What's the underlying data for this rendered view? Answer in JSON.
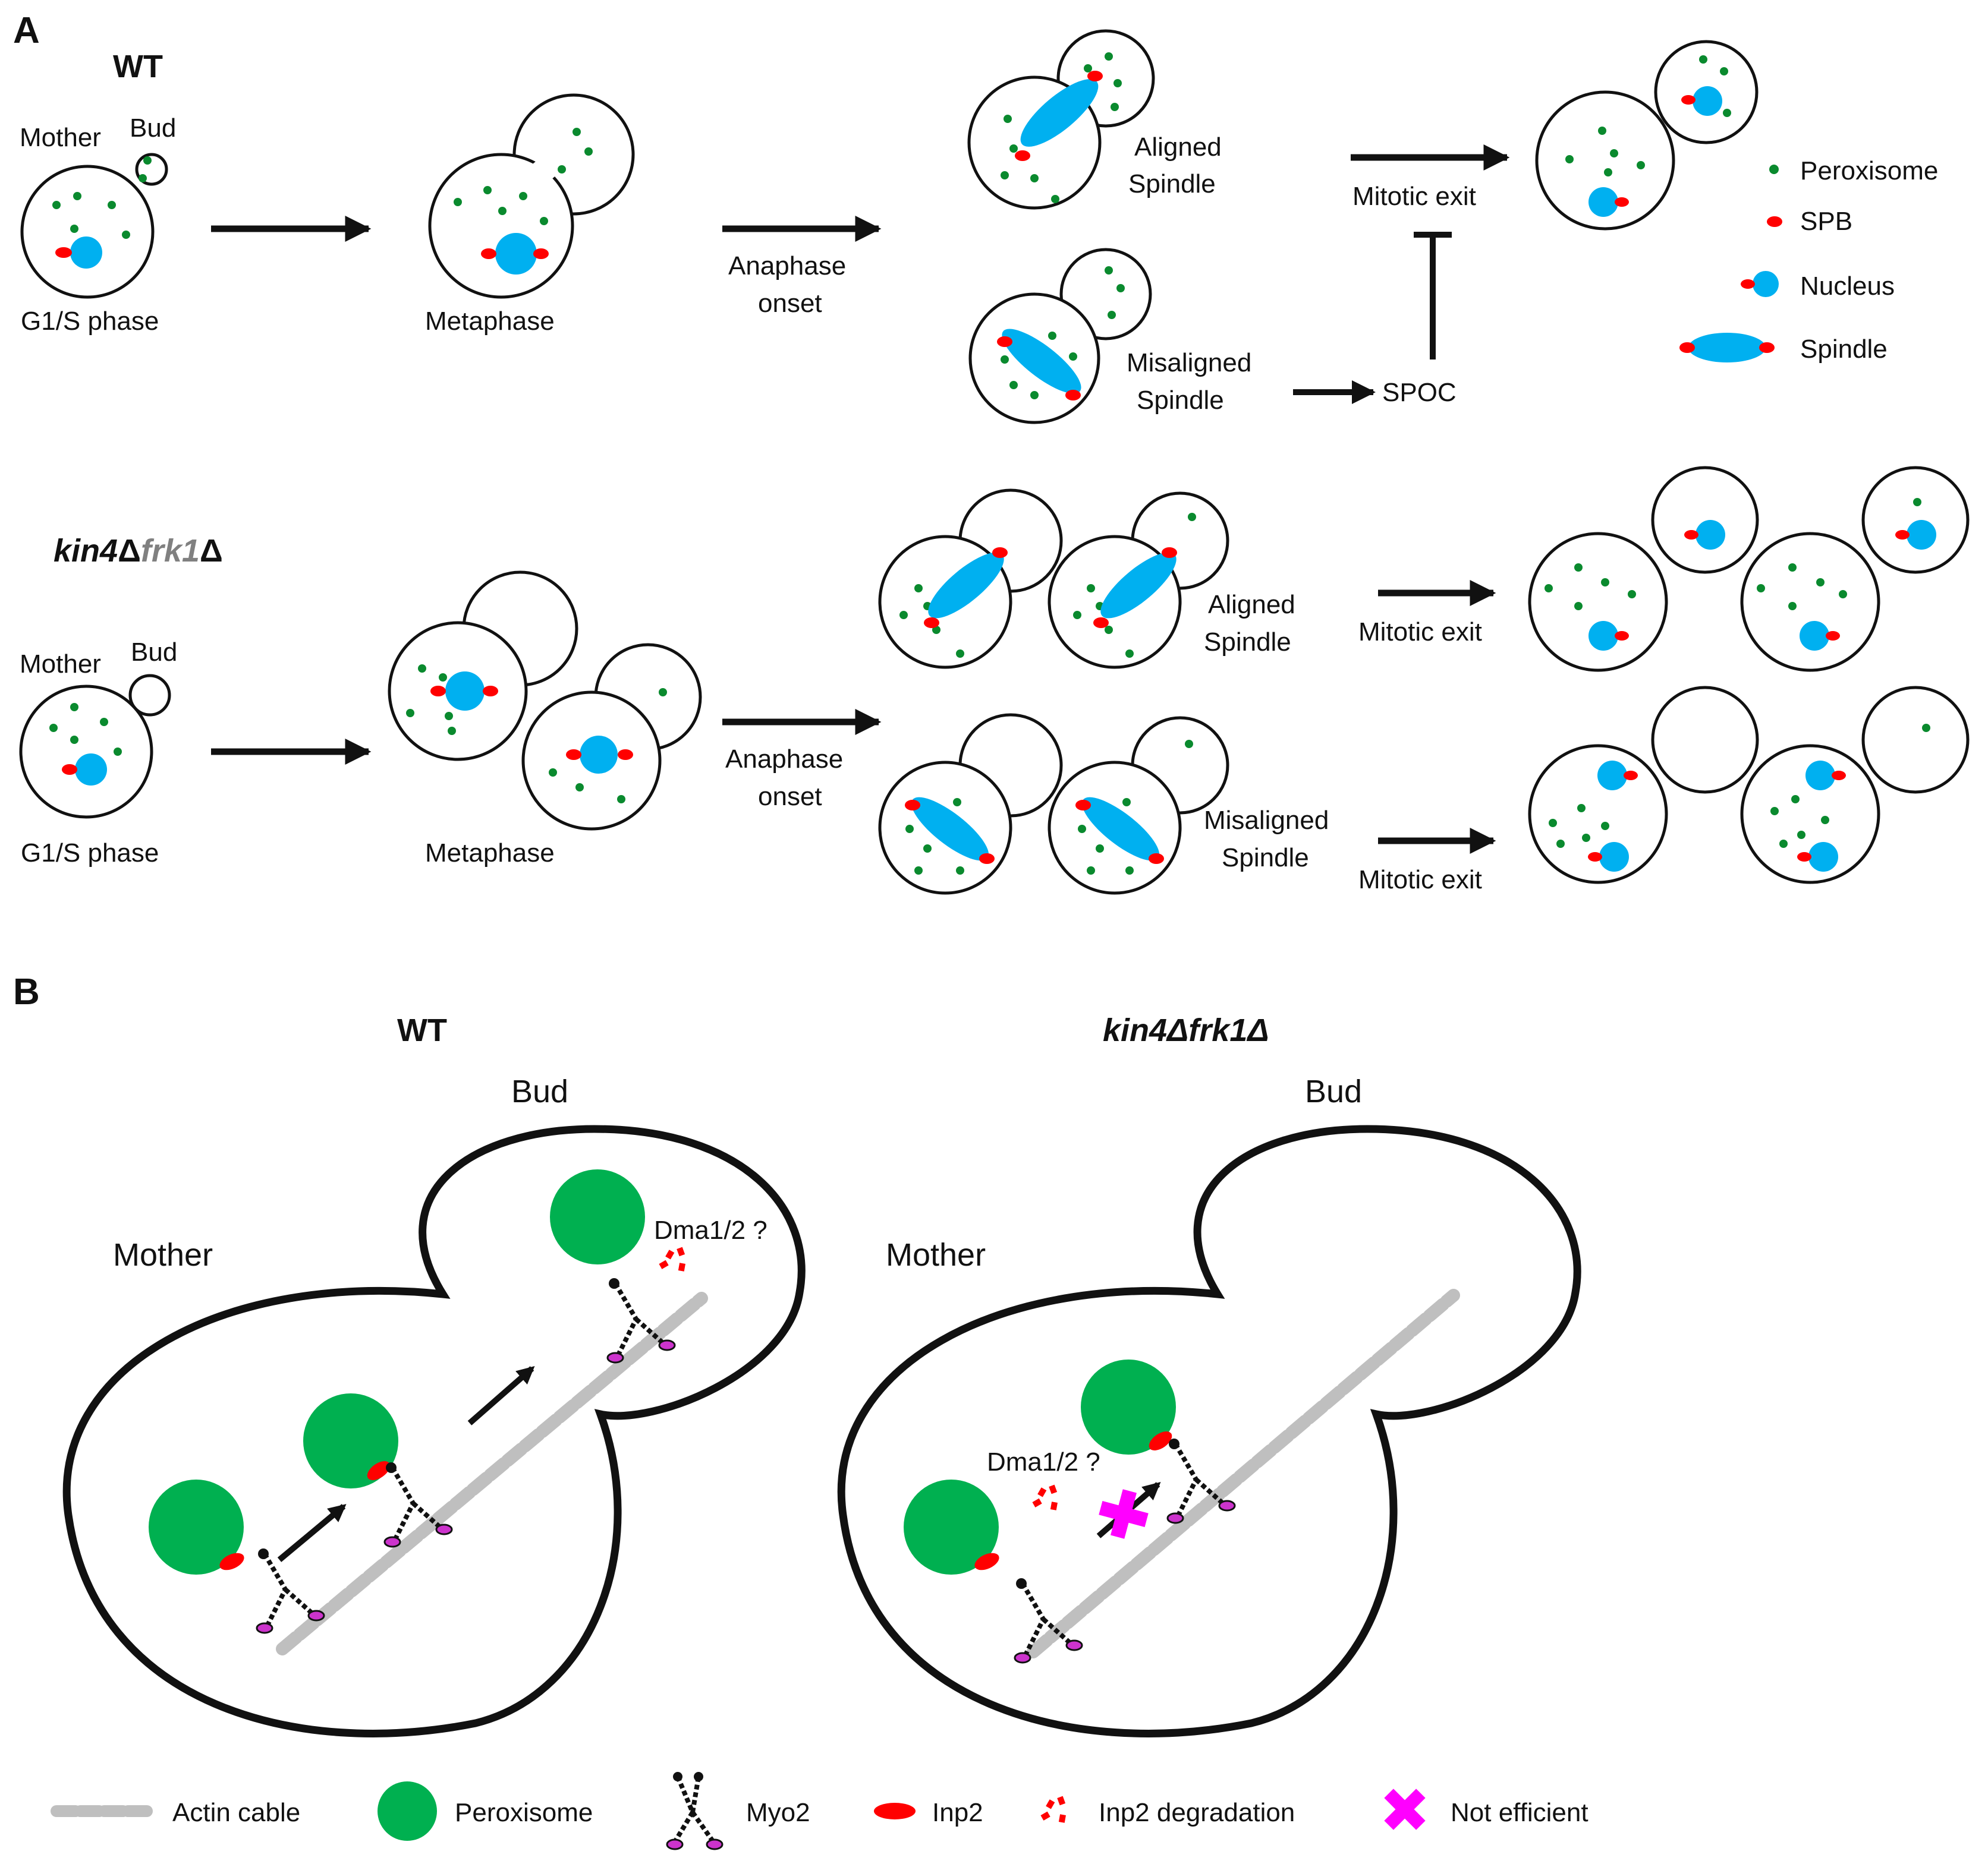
{
  "panel_a": {
    "label": "A",
    "wt": {
      "title": "WT",
      "mother": "Mother",
      "bud": "Bud",
      "g1s": "G1/S phase",
      "metaphase": "Metaphase",
      "anaphase": [
        "Anaphase",
        "onset"
      ],
      "aligned": [
        "Aligned",
        "Spindle"
      ],
      "misaligned": [
        "Misaligned",
        "Spindle"
      ],
      "mitotic_exit": "Mitotic exit",
      "spoc": "SPOC"
    },
    "mutant": {
      "title_a": "kin4",
      "title_b": "Δ",
      "title_c": "frk1",
      "title_d": "Δ",
      "mother": "Mother",
      "bud": "Bud",
      "g1s": "G1/S phase",
      "metaphase": "Metaphase",
      "anaphase": [
        "Anaphase",
        "onset"
      ],
      "aligned": [
        "Aligned",
        "Spindle"
      ],
      "misaligned": [
        "Misaligned",
        "Spindle"
      ],
      "mitotic_exit_top": "Mitotic exit",
      "mitotic_exit_bottom": "Mitotic exit"
    },
    "legend": {
      "peroxisome": "Peroxisome",
      "spb": "SPB",
      "nucleus": "Nucleus",
      "spindle": "Spindle"
    }
  },
  "panel_b": {
    "label": "B",
    "wt": {
      "title": "WT",
      "bud": "Bud",
      "mother": "Mother",
      "dma": "Dma1/2 ?"
    },
    "mutant": {
      "title": "kin4Δfrk1Δ",
      "bud": "Bud",
      "mother": "Mother",
      "dma": "Dma1/2 ?"
    },
    "legend": {
      "actin": "Actin cable",
      "peroxisome": "Peroxisome",
      "myo2": "Myo2",
      "inp2": "Inp2",
      "degradation": "Inp2 degradation",
      "not_efficient": "Not efficient"
    }
  },
  "colors": {
    "peroxisome": "#0a8a2e",
    "peroxisome_large": "#00b050",
    "spb": "#ff0000",
    "nucleus": "#00b0f0",
    "actin": "#bfbfbf",
    "myo2_feet": "#cc33cc",
    "not_efficient": "#ff00ff",
    "mutant_gray": "#808080"
  }
}
